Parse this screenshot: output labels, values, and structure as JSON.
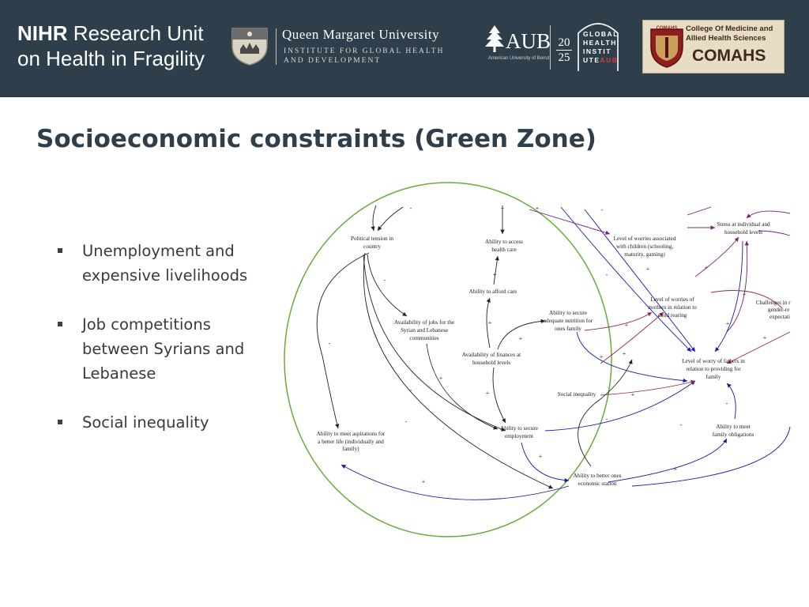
{
  "header": {
    "nihr_bold": "NIHR",
    "nihr_line1_rest": "Research Unit",
    "nihr_line2": "on Health in Fragility",
    "qmu_name": "Queen Margaret University",
    "qmu_institute_line1": "INSTITUTE FOR GLOBAL HEALTH",
    "qmu_institute_line2": "AND DEVELOPMENT",
    "aub_text": "AUB",
    "aub_sub": "American University of Beirut",
    "ghi_year_line1": "20",
    "ghi_year_line2": "25",
    "ghi_text_lines": [
      "GLOBAL",
      "HEALTH",
      "INSTIT"
    ],
    "ghi_text_last_white": "UTE",
    "ghi_text_last_red": "AUB",
    "comahs_line1": "College Of Medicine and",
    "comahs_line2": "Allied Health Sciences",
    "comahs_big": "COMAHS",
    "comahs_crest_label": "COMAHS"
  },
  "slide": {
    "title": "Socioeconomic constraints (Green Zone)",
    "bullets": [
      [
        "Unemployment and",
        "expensive livelihoods"
      ],
      [
        "Job competitions",
        "between Syrians and",
        "Lebanese"
      ],
      [
        "Social inequality"
      ]
    ]
  },
  "diagram": {
    "zone_color": "#6aaa3a",
    "nodes": {
      "political_tension": [
        "Political tension in",
        "country"
      ],
      "access_health": [
        "Ability to access",
        "health care"
      ],
      "afford_care": [
        "Ability to afford care"
      ],
      "worries_children": [
        "Level of worries associated",
        "with children (schooling,",
        "maturity, gaming)"
      ],
      "stress": [
        "Stress at individual and",
        "household levels"
      ],
      "worries_mothers": [
        "Level of worries of",
        "mothers in relation to",
        "child rearing"
      ],
      "challenges": [
        "Challenges in r",
        "gender-re",
        "expectati"
      ],
      "secure_nutrition": [
        "Ability to secure",
        "adequate nutrition for",
        "ones family"
      ],
      "jobs_availability": [
        "Availability of jobs for the",
        "Syrian and Lebanese",
        "communities"
      ],
      "finances": [
        "Availability of finances at",
        "household levels"
      ],
      "worry_fathers": [
        "Level of worry of fathers in",
        "relation to providing for",
        "family"
      ],
      "social_inequality": [
        "Social inequality"
      ],
      "meet_aspirations": [
        "Ability to meet aspirations for",
        "a better life (individually and",
        "family)"
      ],
      "secure_employment": [
        "Ability to secure",
        "employment"
      ],
      "family_obligations": [
        "Ability to meet",
        "family obligations"
      ],
      "better_station": [
        "Ability to better ones",
        "economic station"
      ]
    },
    "polarity_plus": "+",
    "polarity_minus": "-"
  }
}
